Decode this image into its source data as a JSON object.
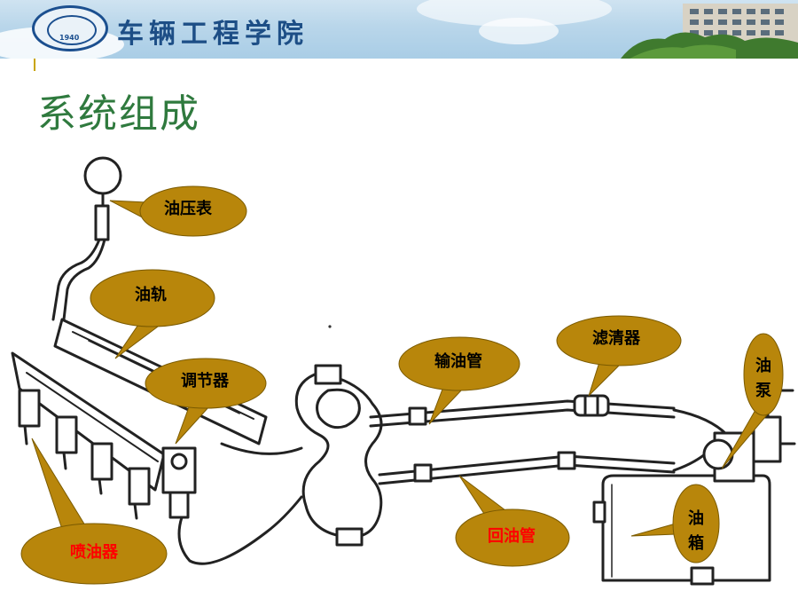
{
  "header": {
    "school_name": "车辆工程学院",
    "logo_year": "1940"
  },
  "title": "系统组成",
  "callouts": {
    "pressure_gauge": "油压表",
    "fuel_rail": "油轨",
    "regulator": "调节器",
    "injector": "喷油器",
    "supply_pipe": "输油管",
    "filter": "滤清器",
    "return_pipe": "回油管",
    "pump_1": "油",
    "pump_2": "泵",
    "tank_1": "油",
    "tank_2": "箱"
  },
  "colors": {
    "callout_fill": "#b8860b",
    "callout_text": "#000000",
    "callout_text_red": "#ff0000",
    "title": "#2f7a3e"
  }
}
